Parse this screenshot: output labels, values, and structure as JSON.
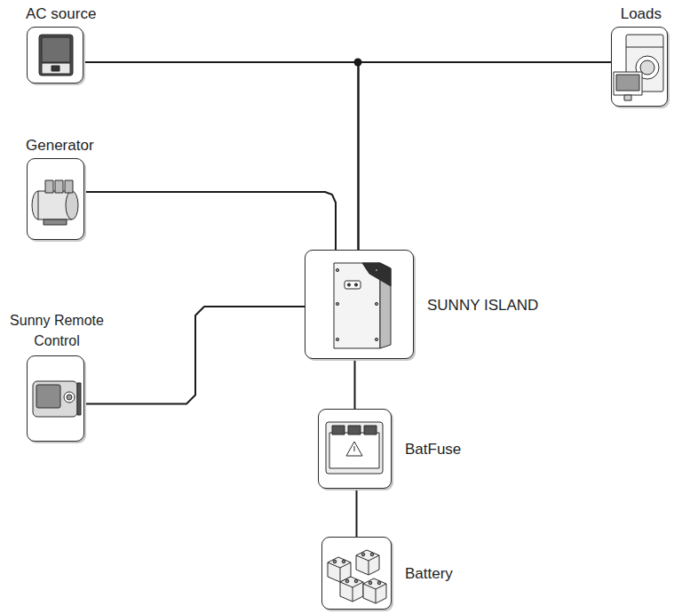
{
  "diagram": {
    "nodes": [
      {
        "text": [
          "AC source"
        ]
      },
      {
        "text": [
          "Loads"
        ]
      },
      {
        "text": [
          "Generator"
        ]
      },
      {
        "text": [
          "Sunny Remote Control"
        ]
      },
      {
        "text": [
          "SUNNY ISLAND"
        ]
      },
      {
        "text": [
          "BatFuse"
        ]
      },
      {
        "text": [
          "Battery"
        ]
      }
    ],
    "edges": [
      {
        "from": 0,
        "to": 1,
        "arrow": "none"
      },
      {
        "from": 4,
        "to": 0,
        "arrow": "none"
      },
      {
        "from": 4,
        "to": 1,
        "arrow": "none"
      },
      {
        "from": 2,
        "to": 4,
        "arrow": "none"
      },
      {
        "from": 3,
        "to": 4,
        "arrow": "none"
      },
      {
        "from": 4,
        "to": 5,
        "arrow": "none"
      },
      {
        "from": 5,
        "to": 6,
        "arrow": "none"
      }
    ]
  }
}
